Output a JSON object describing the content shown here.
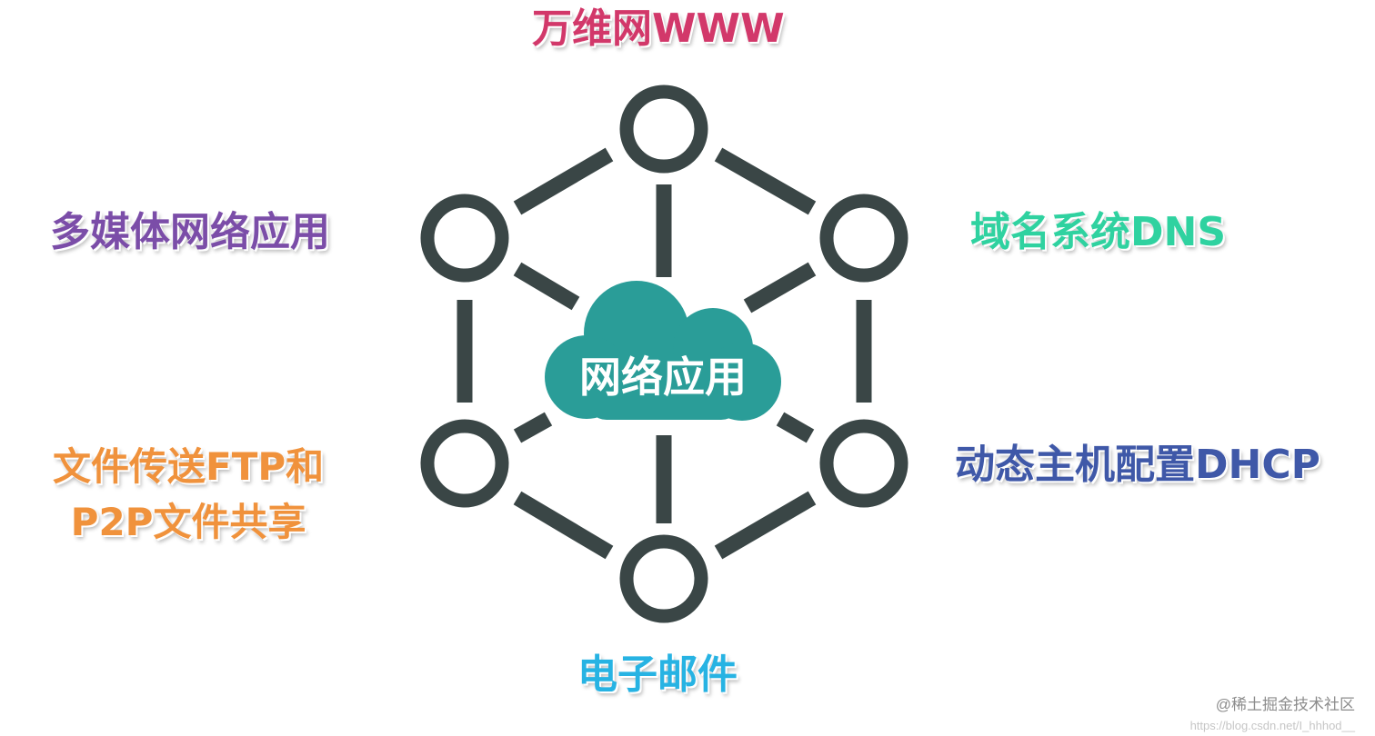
{
  "diagram": {
    "center": {
      "label": "网络应用",
      "color": "#2a9d98"
    },
    "line_color": "#3a4646",
    "applications": [
      {
        "id": "www",
        "label": "万维网WWW",
        "color": "#d2386a"
      },
      {
        "id": "dns",
        "label": "域名系统DNS",
        "color": "#2fd2a0"
      },
      {
        "id": "dhcp",
        "label": "动态主机配置DHCP",
        "color": "#3f58a8"
      },
      {
        "id": "email",
        "label": "电子邮件",
        "color": "#27b3e3"
      },
      {
        "id": "ftp",
        "lines": [
          "文件传送FTP和",
          "P2P文件共享"
        ],
        "color": "#f0923c"
      },
      {
        "id": "multimedia",
        "label": "多媒体网络应用",
        "color": "#7b4da8"
      }
    ]
  },
  "watermark": {
    "site": "@稀土掘金技术社区",
    "url": "https://blog.csdn.net/I_hhhod__"
  }
}
